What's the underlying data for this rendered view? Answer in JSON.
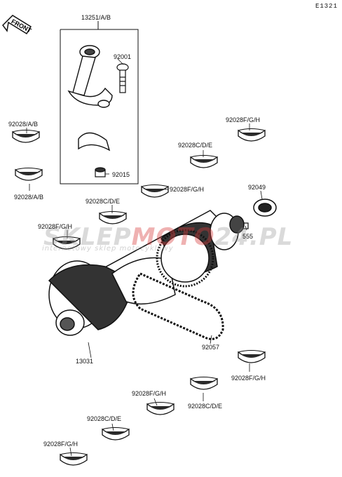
{
  "page_code": "E1321",
  "front_label": "FRONT",
  "watermark": {
    "main_grey": "SKLEP",
    "main_red": "MOTO",
    "main_grey2": "24.PL",
    "sub": "internetowy sklep motocyklowy"
  },
  "parts": {
    "connecting_rod_assy": "13251/A/B",
    "rod_bolt": "92001",
    "rod_nut": "92015",
    "rod_bearing_upper": "92028/A/B",
    "rod_bearing_lower": "92028/A/B",
    "main_bearing_fgh_1": "92028F/G/H",
    "main_bearing_cde_1": "92028C/D/E",
    "main_bearing_fgh_2": "92028F/G/H",
    "main_bearing_cde_2": "92028C/D/E",
    "main_bearing_fgh_3": "92028F/G/H",
    "oil_seal": "92049",
    "pin": "555",
    "crankshaft": "13031",
    "cam_chain": "92057",
    "main_bearing_fgh_4": "92028F/G/H",
    "main_bearing_cde_3": "92028C/D/E",
    "main_bearing_fgh_5": "92028F/G/H",
    "main_bearing_cde_4": "92028C/D/E",
    "main_bearing_fgh_6": "92028F/G/H"
  }
}
